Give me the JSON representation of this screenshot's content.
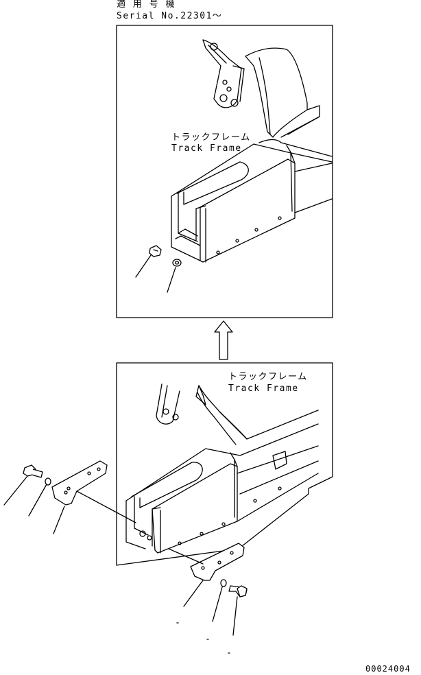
{
  "header": {
    "applicability_ja": "適 用 号 機",
    "serial": "Serial No.22301～"
  },
  "top_panel": {
    "label_ja": "トラックフレーム",
    "label_en": "Track Frame"
  },
  "bottom_panel": {
    "label_ja": "トラックフレーム",
    "label_en": "Track Frame"
  },
  "footer": {
    "drawing_number": "00024004"
  }
}
